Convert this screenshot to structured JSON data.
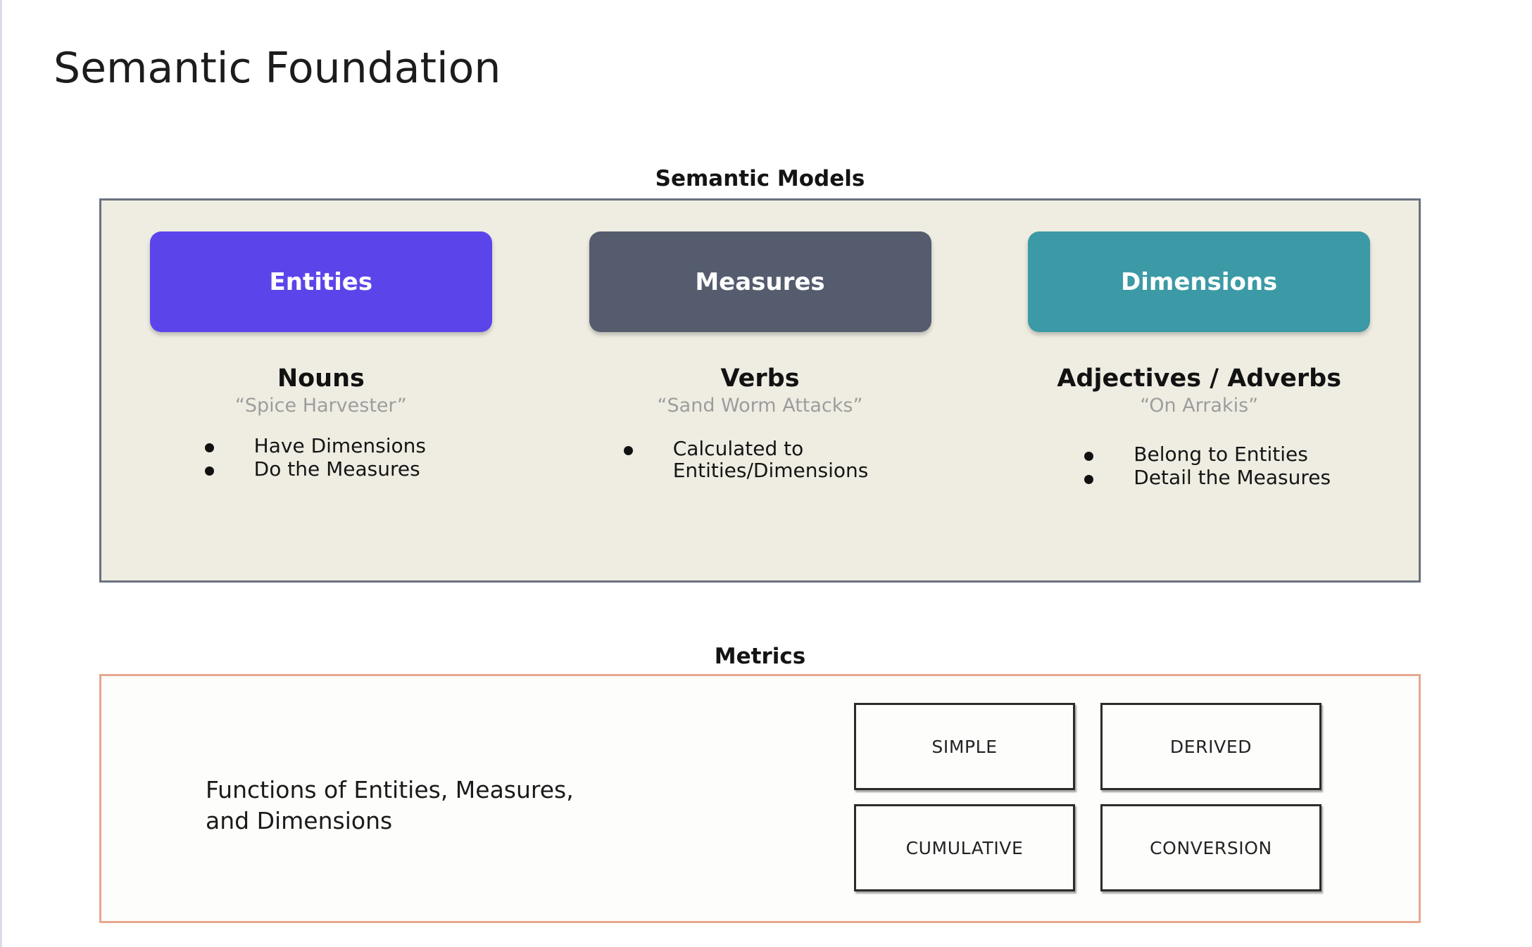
{
  "page": {
    "title": "Semantic Foundation"
  },
  "semantic_models": {
    "heading": "Semantic Models",
    "panel_bg": "#EFEDE2",
    "panel_border": "#6A7180",
    "columns": [
      {
        "pill_label": "Entities",
        "pill_color": "#5B45EA",
        "part_of_speech": "Nouns",
        "example": "“Spice Harvester”",
        "bullets": [
          "Have Dimensions",
          "Do the Measures"
        ]
      },
      {
        "pill_label": "Measures",
        "pill_color": "#545C6E",
        "part_of_speech": "Verbs",
        "example": "“Sand Worm Attacks”",
        "bullets": [
          "Calculated to\nEntities/Dimensions"
        ]
      },
      {
        "pill_label": "Dimensions",
        "pill_color": "#3B9AA5",
        "part_of_speech": "Adjectives / Adverbs",
        "example": "“On Arrakis”",
        "bullets": [
          "Belong to Entities",
          "Detail the Measures"
        ]
      }
    ]
  },
  "metrics": {
    "heading": "Metrics",
    "panel_border": "#E8A68F",
    "description": "Functions of Entities, Measures,\nand Dimensions",
    "types": [
      "SIMPLE",
      "DERIVED",
      "CUMULATIVE",
      "CONVERSION"
    ]
  }
}
